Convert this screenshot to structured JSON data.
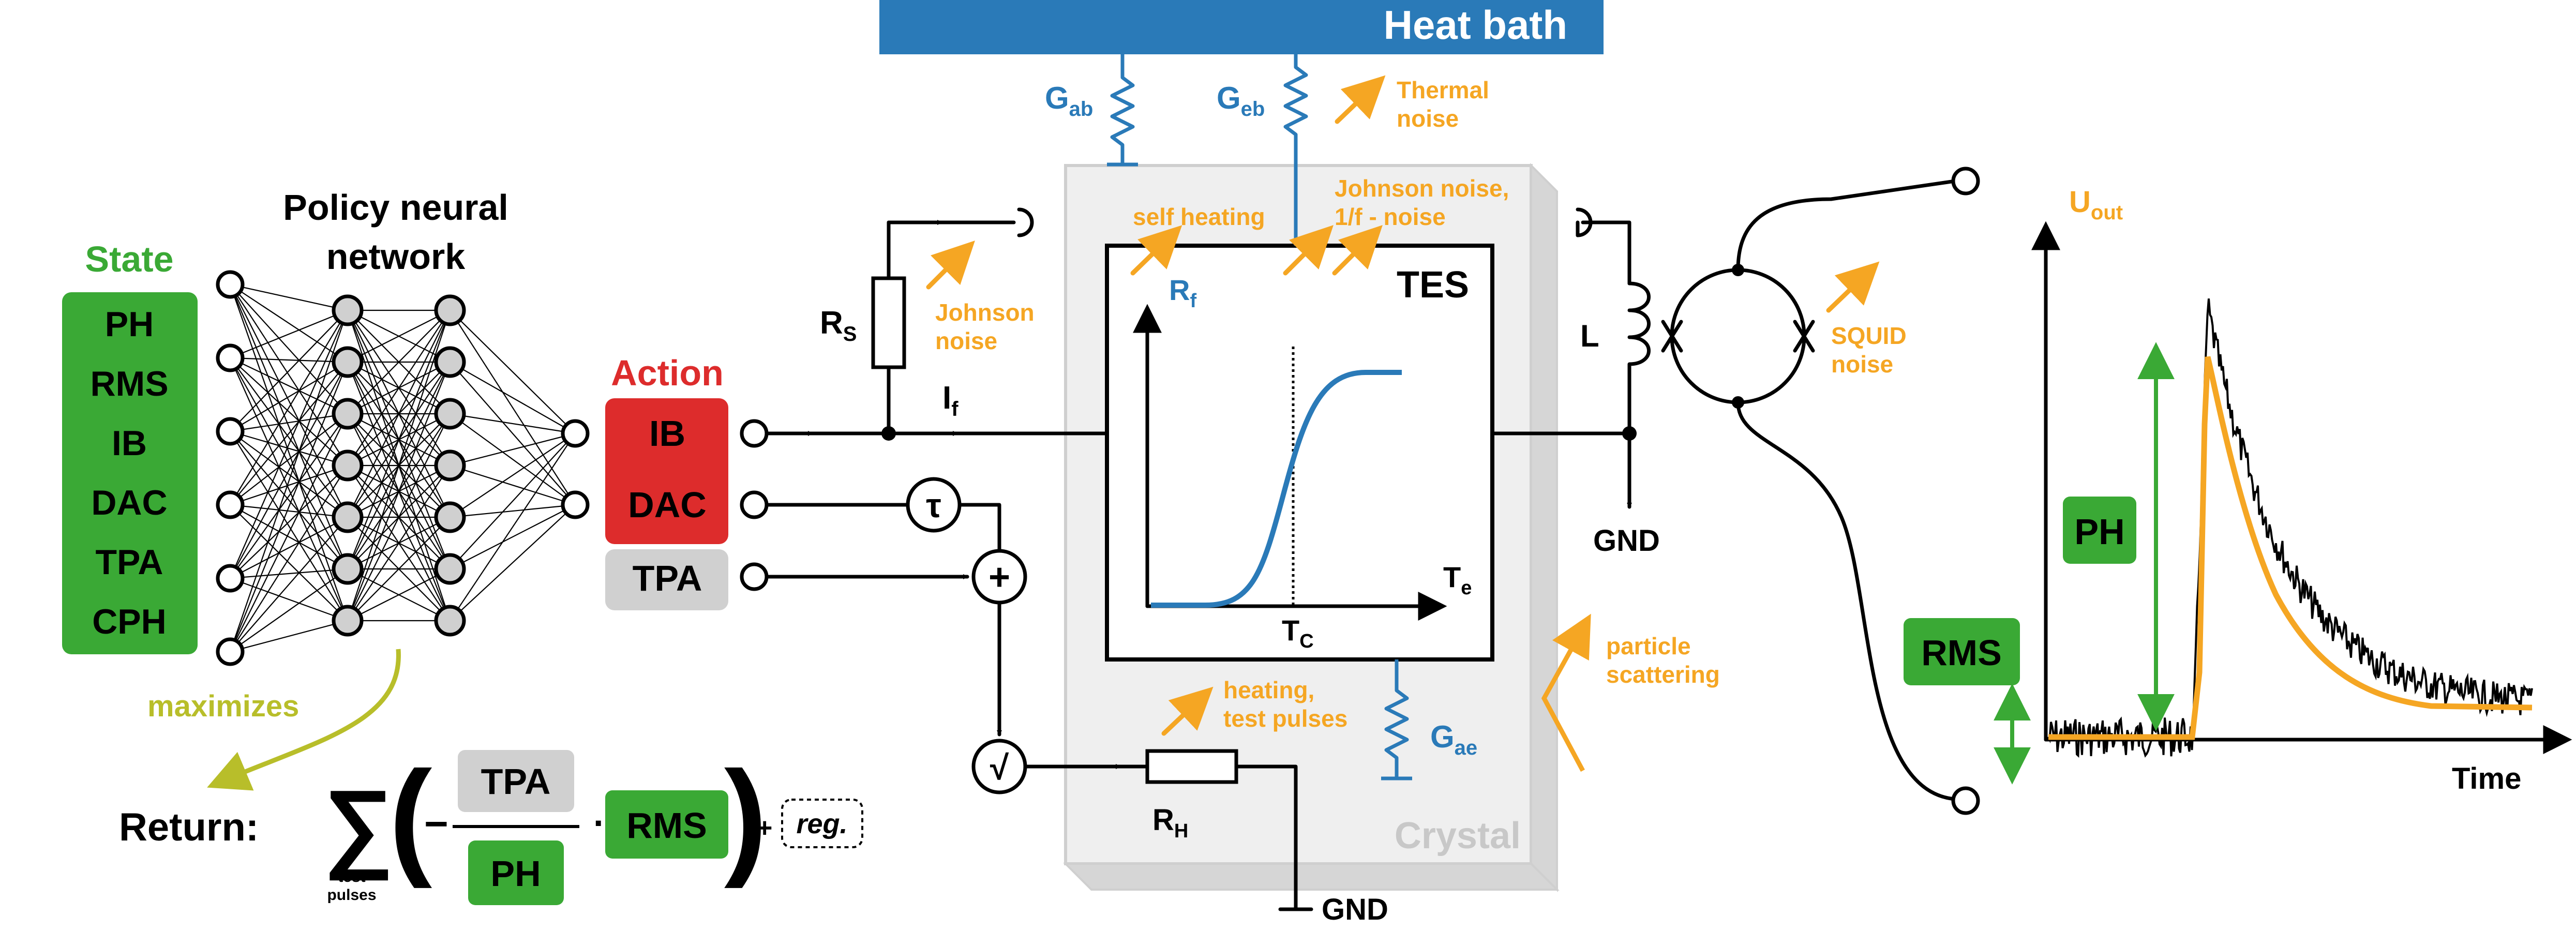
{
  "heat_bath": "Heat bath",
  "state": {
    "title": "State",
    "items": [
      "PH",
      "RMS",
      "IB",
      "DAC",
      "TPA",
      "CPH"
    ]
  },
  "policy": {
    "line1": "Policy neural",
    "line2": "network"
  },
  "action": {
    "title": "Action",
    "items": [
      "IB",
      "DAC",
      "TPA"
    ]
  },
  "maximizes": "maximizes",
  "return": {
    "label": "Return:",
    "sigma": "∑",
    "sum_sub1": "test",
    "sum_sub2": "pulses",
    "lparen": "(",
    "rparen": ")",
    "minus": "−",
    "numerator": "TPA",
    "denominator": "PH",
    "dot": "·",
    "rms": "RMS",
    "plus": "+",
    "reg": "reg."
  },
  "circuit": {
    "rs": "R",
    "rs_sub": "S",
    "if_label": "I",
    "if_sub": "f",
    "tau": "τ",
    "plus": "+",
    "sqrt": "√",
    "rh": "R",
    "rh_sub": "H",
    "gnd_bottom": "GND",
    "gnd_right": "GND",
    "l_label": "L",
    "gab": "G",
    "gab_sub": "ab",
    "geb": "G",
    "geb_sub": "eb",
    "gae": "G",
    "gae_sub": "ae",
    "tes": "TES",
    "rf": "R",
    "rf_sub": "f",
    "te": "T",
    "te_sub": "e",
    "tc": "T",
    "tc_sub": "C",
    "crystal": "Crystal"
  },
  "noise": {
    "johnson_1": "Johnson",
    "johnson_2": "noise",
    "self_heating": "self heating",
    "johnson_f_1": "Johnson noise,",
    "johnson_f_2": "1/f - noise",
    "thermal_1": "Thermal",
    "thermal_2": "noise",
    "squid_1": "SQUID",
    "squid_2": "noise",
    "heating_1": "heating,",
    "heating_2": "test pulses",
    "particle_1": "particle",
    "particle_2": "scattering"
  },
  "pulse_plot": {
    "y_label": "U",
    "y_sub": "out",
    "x_label": "Time",
    "ph": "PH",
    "rms": "RMS"
  },
  "colors": {
    "orange": "#f5a623",
    "blue": "#2a7ab8",
    "green": "#3aa935",
    "red": "#dd2c2c",
    "gray": "#d0d0d0"
  }
}
